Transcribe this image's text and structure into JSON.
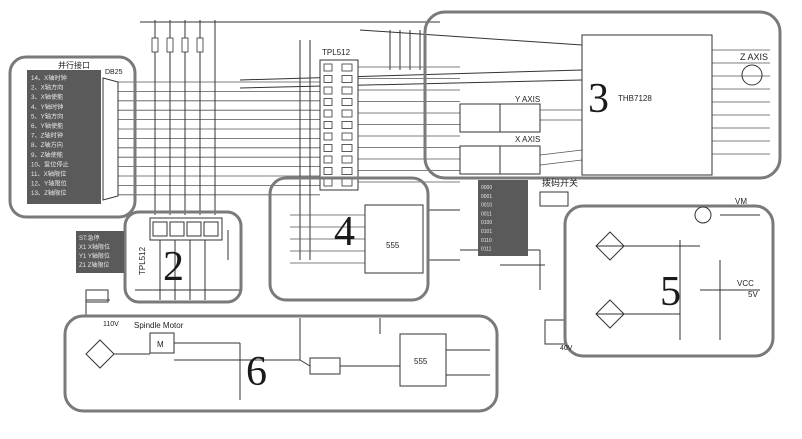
{
  "connector": {
    "title": "并行接口",
    "part": "DB25",
    "pins": [
      "14、X轴时钟",
      "2、X轴方向",
      "3、X轴使能",
      "4、Y轴时钟",
      "5、Y轴方向",
      "6、Y轴使能",
      "7、Z轴时钟",
      "8、Z轴方向",
      "9、Z轴使能",
      "10、复位停止",
      "11、X轴限位",
      "12、Y轴限位",
      "13、Z轴限位"
    ]
  },
  "chips": {
    "tpl_top": "TPL512",
    "tpl_left": "TPL512",
    "driver": "THB7128",
    "timer_block4": "555",
    "timer_block6": "555"
  },
  "labels": {
    "z_axis": "Z AXIS",
    "y_axis": "Y AXIS",
    "x_axis": "X AXIS",
    "dip_switch": "拨码开关",
    "vm": "VM",
    "vcc": "VCC",
    "v5": "5V",
    "v40": "40V",
    "v110": "110V",
    "spindle": "Spindle Motor",
    "motor_m": "M"
  },
  "limit_legend": [
    "ST:急停",
    "X1 X轴限位",
    "Y1 Y轴限位",
    "Z1 Z轴限位"
  ],
  "dip_legend": [
    "0000",
    "0001",
    "0010",
    "0011",
    "0100",
    "0101",
    "0110",
    "0111"
  ],
  "blocks": [
    "2",
    "3",
    "4",
    "5",
    "6"
  ],
  "colors": {
    "panel_dark": "#5a5a5a",
    "legend_text": "#e8e8e8",
    "outline": "#7a7a7a"
  }
}
